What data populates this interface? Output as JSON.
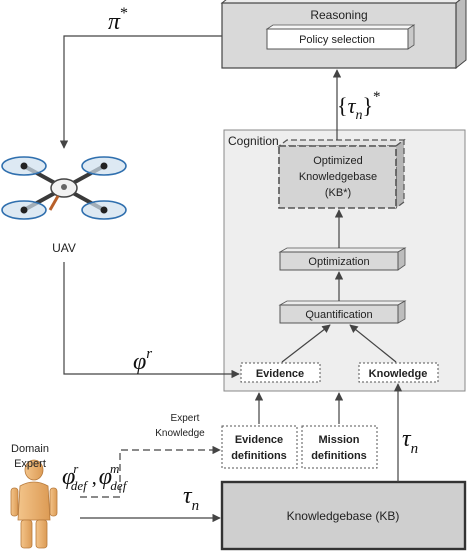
{
  "reasoning": {
    "title": "Reasoning",
    "policy_selection": "Policy selection"
  },
  "cognition": {
    "title": "Cognition",
    "optimized_kb": [
      "Optimized",
      "Knowledgebase",
      "(KB*)"
    ],
    "optimization": "Optimization",
    "quantification": "Quantification",
    "evidence": "Evidence",
    "knowledge": "Knowledge"
  },
  "definitions": {
    "evidence": [
      "Evidence",
      "definitions"
    ],
    "mission": [
      "Mission",
      "definitions"
    ]
  },
  "knowledgebase": "Knowledgebase (KB)",
  "uav_label": "UAV",
  "domain_expert": [
    "Domain",
    "Expert"
  ],
  "expert_knowledge": [
    "Expert",
    "Knowledge"
  ],
  "math": {
    "pi_base": "π",
    "pi_sup": "*",
    "phi_base": "φ",
    "phi_sup": "r",
    "tau_base": "τ",
    "tau_sub": "n",
    "tau_set_open": "{",
    "tau_set_close": "}",
    "tau_set_sup": "*",
    "phi_def_r_sup": "r",
    "phi_def_sub": "def",
    "phi_def_comma": " ,",
    "phi_def_m_sup": "m"
  },
  "colors": {
    "box_gray": "#d9d9d9",
    "box_side": "#bdbdbd",
    "box_top": "#ececec",
    "panel_gray": "#eeeeee",
    "line": "#444444",
    "kb_fill": "#cfcfcf"
  }
}
